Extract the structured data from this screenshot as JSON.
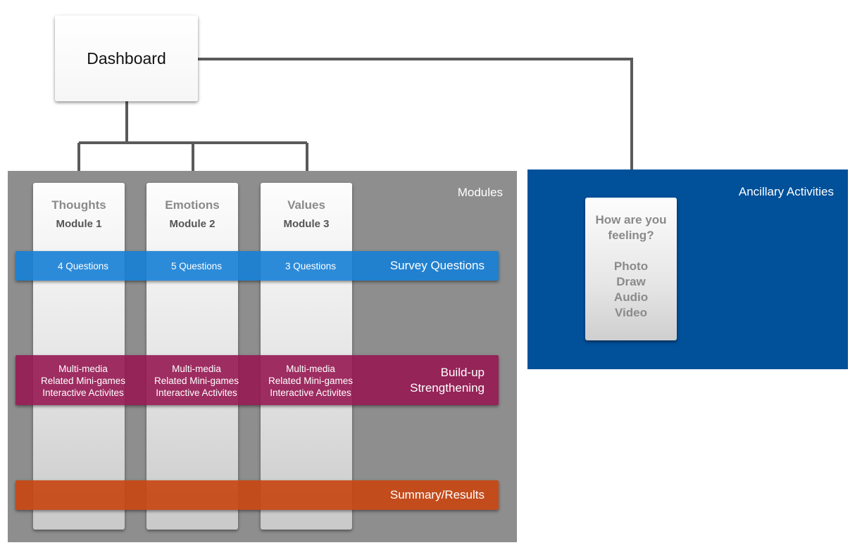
{
  "dashboard": {
    "label": "Dashboard"
  },
  "modules_panel": {
    "title": "Modules"
  },
  "ancillary_panel": {
    "title": "Ancillary Activities",
    "card": {
      "question_line1": "How are you",
      "question_line2": "feeling?",
      "options": [
        "Photo",
        "Draw",
        "Audio",
        "Video"
      ]
    }
  },
  "modules": [
    {
      "name": "Thoughts",
      "module": "Module 1",
      "survey": "4 Questions",
      "build": [
        "Multi-media",
        "Related Mini-games",
        "Interactive Activites"
      ]
    },
    {
      "name": "Emotions",
      "module": "Module 2",
      "survey": "5 Questions",
      "build": [
        "Multi-media",
        "Related Mini-games",
        "Interactive Activites"
      ]
    },
    {
      "name": "Values",
      "module": "Module 3",
      "survey": "3 Questions",
      "build": [
        "Multi-media",
        "Related Mini-games",
        "Interactive Activites"
      ]
    }
  ],
  "bands": {
    "survey": {
      "label": "Survey Questions",
      "color": "#1680d6"
    },
    "build": {
      "label_line1": "Build-up",
      "label_line2": "Strengthening",
      "color": "#961852"
    },
    "summary": {
      "label": "Summary/Results",
      "color": "#c84614"
    }
  },
  "colors": {
    "modules_panel": "#8e8e8e",
    "ancillary_panel": "#00509a",
    "connector": "#5a5a5a"
  }
}
